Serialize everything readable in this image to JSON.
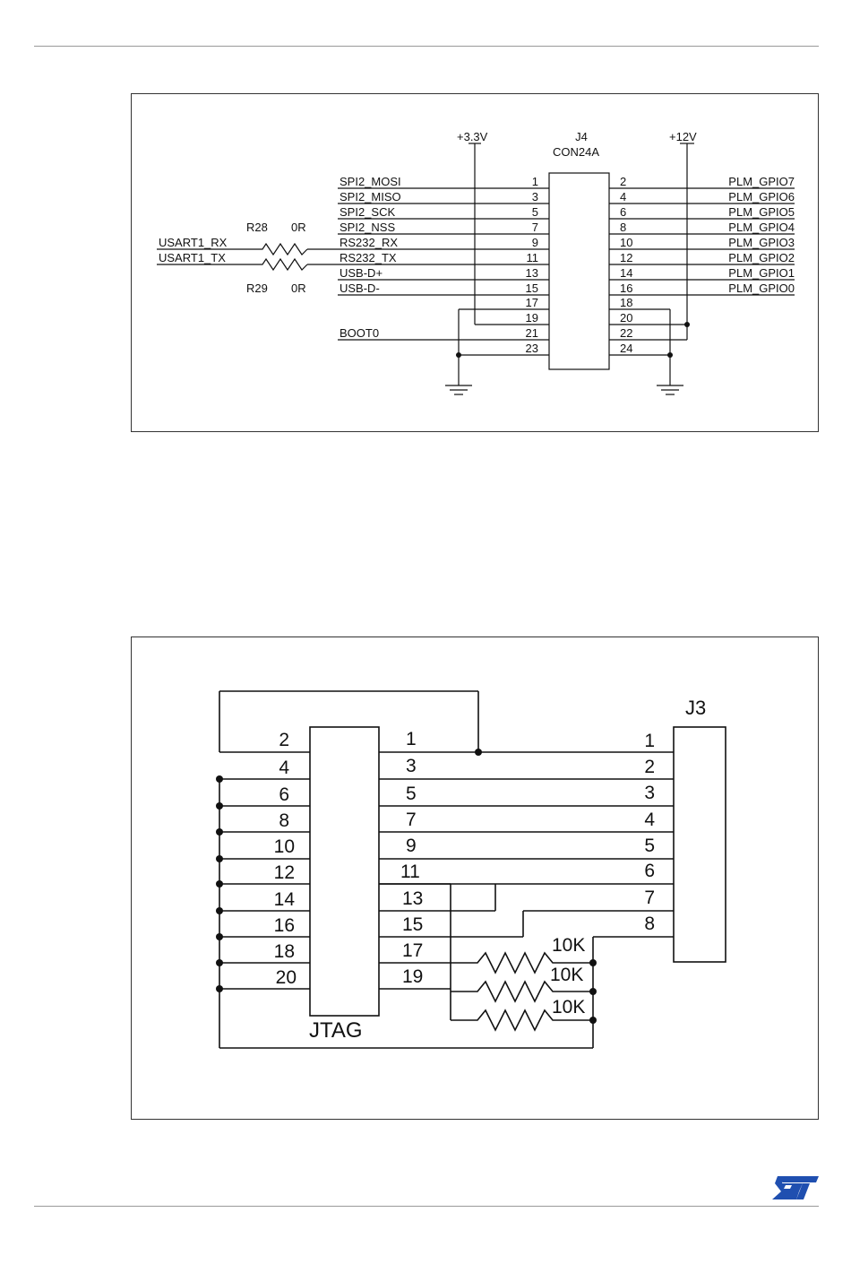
{
  "schematic_connector": {
    "supply_left": "+3.3V",
    "supply_right": "+12V",
    "ref": "J4",
    "part": "CON24A",
    "left_signals": [
      "SPI2_MOSI",
      "SPI2_MISO",
      "SPI2_SCK",
      "SPI2_NSS",
      "RS232_RX",
      "RS232_TX",
      "USB-D+",
      "USB-D-"
    ],
    "right_signals": [
      "PLM_GPIO7",
      "PLM_GPIO6",
      "PLM_GPIO5",
      "PLM_GPIO4",
      "PLM_GPIO3",
      "PLM_GPIO2",
      "PLM_GPIO1",
      "PLM_GPIO0"
    ],
    "odd_pins": [
      "1",
      "3",
      "5",
      "7",
      "9",
      "11",
      "13",
      "15",
      "17",
      "19",
      "21",
      "23"
    ],
    "even_pins": [
      "2",
      "4",
      "6",
      "8",
      "10",
      "12",
      "14",
      "16",
      "18",
      "20",
      "22",
      "24"
    ],
    "boot_label": "BOOT0",
    "usart_rx": "USART1_RX",
    "usart_tx": "USART1_TX",
    "r28_ref": "R28",
    "r28_value": "0R",
    "r29_ref": "R29",
    "r29_value": "0R"
  },
  "schematic_jtag": {
    "connector_label": "JTAG",
    "target_label": "J3",
    "even_pins": [
      "2",
      "4",
      "6",
      "8",
      "10",
      "12",
      "14",
      "16",
      "18",
      "20"
    ],
    "odd_pins": [
      "1",
      "3",
      "5",
      "7",
      "9",
      "11",
      "13",
      "15",
      "17",
      "19"
    ],
    "j3_pins": [
      "1",
      "2",
      "3",
      "4",
      "5",
      "6",
      "7",
      "8"
    ],
    "resistor_values": [
      "10K",
      "10K",
      "10K"
    ]
  },
  "footer": {
    "logo_icon": "st-logo-icon",
    "logo_color": "#1f4fb0"
  }
}
